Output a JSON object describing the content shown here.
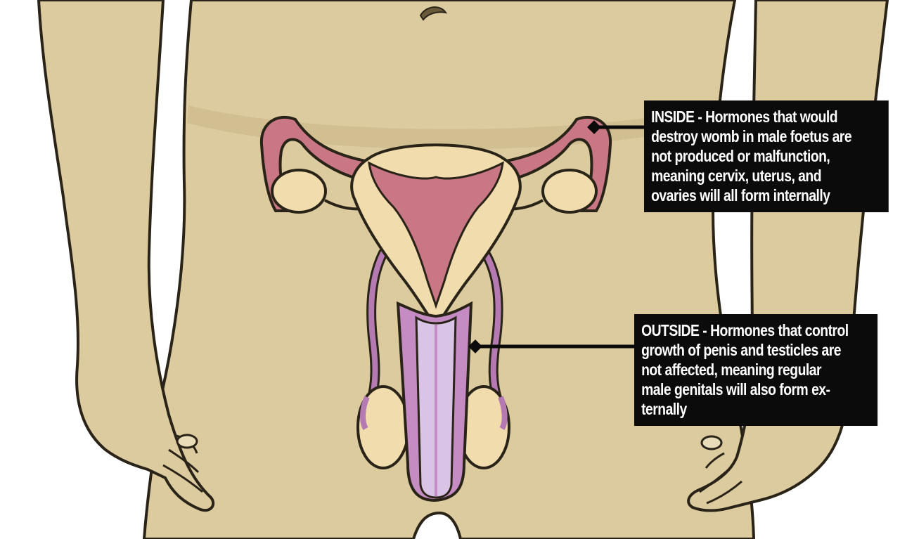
{
  "colors": {
    "background": "#ffffff",
    "skin": "#dccb9f",
    "skin_outline": "#2a2418",
    "shadow": "#c9b786",
    "uterus_tissue": "#f1dcae",
    "uterus_lining": "#c97784",
    "penis_lining": "#c48cc2",
    "penis_core": "#d9c4e6",
    "label_box": "#0b0b0b",
    "label_text": "#ffffff"
  },
  "callouts": {
    "inside": {
      "lead": "INSIDE -",
      "lines": [
        "Hormones that would",
        "destroy womb in male foetus are",
        "not produced or malfunction,",
        "meaning cervix, uterus, and",
        "ovaries will all form internally"
      ]
    },
    "outside": {
      "lead": "OUTSIDE -",
      "lines": [
        "Hormones that control",
        "growth of penis and testicles are",
        "not affected, meaning regular",
        "male genitals will also form ex-",
        "ternally"
      ]
    }
  }
}
